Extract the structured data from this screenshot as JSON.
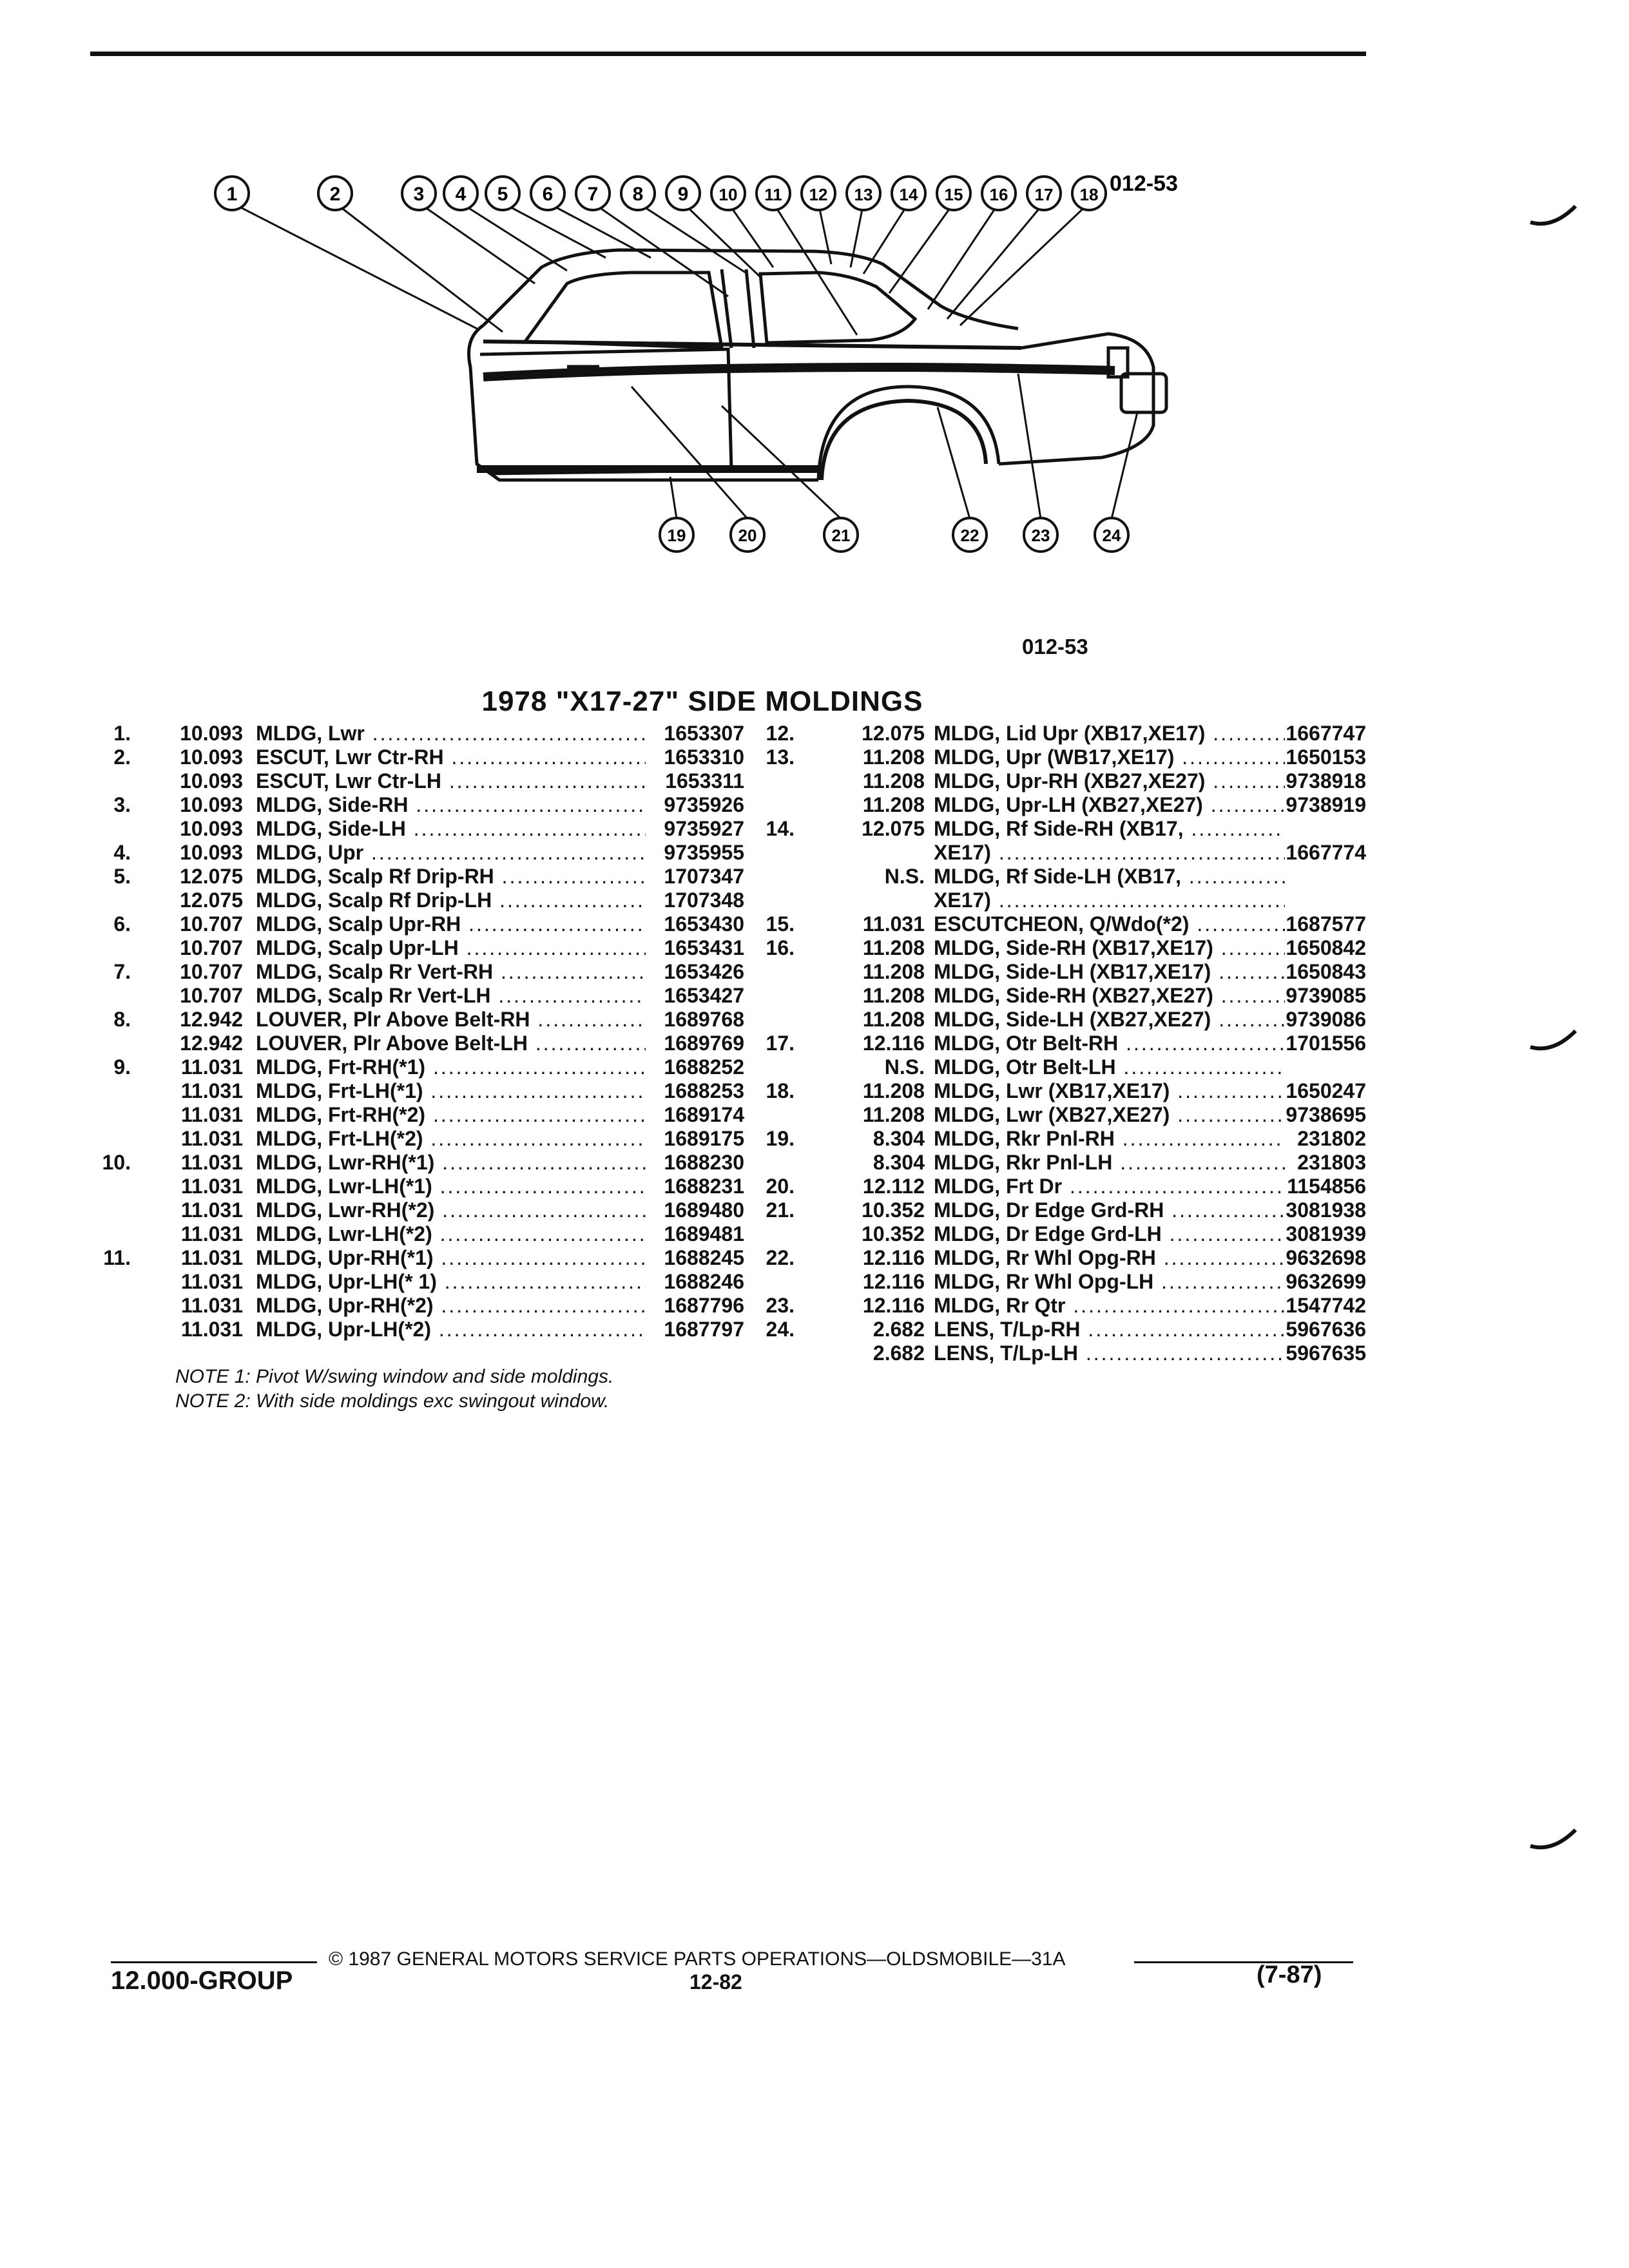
{
  "diagram": {
    "code": "012-53",
    "top_callouts": [
      "1",
      "2",
      "3",
      "4",
      "5",
      "6",
      "7",
      "8",
      "9",
      "10",
      "11",
      "12",
      "13",
      "14",
      "15",
      "16",
      "17",
      "18"
    ],
    "bottom_callouts": [
      "19",
      "20",
      "21",
      "22",
      "23",
      "24"
    ],
    "inline_code": "012-53"
  },
  "title": "1978 \"X17-27\" SIDE MOLDINGS",
  "parts_left": [
    {
      "no": "1.",
      "group": "10.093",
      "desc": "MLDG, Lwr",
      "part": "1653307"
    },
    {
      "no": "2.",
      "group": "10.093",
      "desc": "ESCUT, Lwr Ctr-RH",
      "part": "1653310"
    },
    {
      "no": "",
      "group": "10.093",
      "desc": "ESCUT, Lwr Ctr-LH",
      "part": "1653311"
    },
    {
      "no": "3.",
      "group": "10.093",
      "desc": "MLDG, Side-RH",
      "part": "9735926"
    },
    {
      "no": "",
      "group": "10.093",
      "desc": "MLDG, Side-LH",
      "part": "9735927"
    },
    {
      "no": "4.",
      "group": "10.093",
      "desc": "MLDG, Upr",
      "part": "9735955"
    },
    {
      "no": "5.",
      "group": "12.075",
      "desc": "MLDG, Scalp Rf Drip-RH",
      "part": "1707347"
    },
    {
      "no": "",
      "group": "12.075",
      "desc": "MLDG, Scalp Rf Drip-LH",
      "part": "1707348"
    },
    {
      "no": "6.",
      "group": "10.707",
      "desc": "MLDG, Scalp Upr-RH",
      "part": "1653430"
    },
    {
      "no": "",
      "group": "10.707",
      "desc": "MLDG, Scalp Upr-LH",
      "part": "1653431"
    },
    {
      "no": "7.",
      "group": "10.707",
      "desc": "MLDG, Scalp Rr Vert-RH",
      "part": "1653426"
    },
    {
      "no": "",
      "group": "10.707",
      "desc": "MLDG, Scalp Rr Vert-LH",
      "part": "1653427"
    },
    {
      "no": "8.",
      "group": "12.942",
      "desc": "LOUVER, Plr Above Belt-RH",
      "part": "1689768"
    },
    {
      "no": "",
      "group": "12.942",
      "desc": "LOUVER, Plr Above Belt-LH",
      "part": "1689769"
    },
    {
      "no": "9.",
      "group": "11.031",
      "desc": "MLDG, Frt-RH(*1)",
      "part": "1688252"
    },
    {
      "no": "",
      "group": "11.031",
      "desc": "MLDG, Frt-LH(*1)",
      "part": "1688253"
    },
    {
      "no": "",
      "group": "11.031",
      "desc": "MLDG, Frt-RH(*2)",
      "part": "1689174"
    },
    {
      "no": "",
      "group": "11.031",
      "desc": "MLDG, Frt-LH(*2)",
      "part": "1689175"
    },
    {
      "no": "10.",
      "group": "11.031",
      "desc": "MLDG, Lwr-RH(*1)",
      "part": "1688230"
    },
    {
      "no": "",
      "group": "11.031",
      "desc": "MLDG, Lwr-LH(*1)",
      "part": "1688231"
    },
    {
      "no": "",
      "group": "11.031",
      "desc": "MLDG, Lwr-RH(*2)",
      "part": "1689480"
    },
    {
      "no": "",
      "group": "11.031",
      "desc": "MLDG, Lwr-LH(*2)",
      "part": "1689481"
    },
    {
      "no": "11.",
      "group": "11.031",
      "desc": "MLDG, Upr-RH(*1)",
      "part": "1688245"
    },
    {
      "no": "",
      "group": "11.031",
      "desc": "MLDG, Upr-LH(* 1)",
      "part": "1688246"
    },
    {
      "no": "",
      "group": "11.031",
      "desc": "MLDG, Upr-RH(*2)",
      "part": "1687796"
    },
    {
      "no": "",
      "group": "11.031",
      "desc": "MLDG, Upr-LH(*2)",
      "part": "1687797"
    }
  ],
  "parts_right": [
    {
      "no": "12.",
      "group": "12.075",
      "desc": "MLDG, Lid Upr (XB17,XE17)",
      "part": "1667747"
    },
    {
      "no": "13.",
      "group": "11.208",
      "desc": "MLDG, Upr (WB17,XE17)",
      "part": "1650153"
    },
    {
      "no": "",
      "group": "11.208",
      "desc": "MLDG, Upr-RH (XB27,XE27)",
      "part": "9738918"
    },
    {
      "no": "",
      "group": "11.208",
      "desc": "MLDG, Upr-LH (XB27,XE27)",
      "part": "9738919"
    },
    {
      "no": "14.",
      "group": "12.075",
      "desc": "MLDG, Rf Side-RH (XB17,",
      "part": ""
    },
    {
      "no": "",
      "group": "",
      "desc": "XE17)",
      "part": "1667774"
    },
    {
      "no": "",
      "group": "N.S.",
      "desc": "MLDG, Rf Side-LH (XB17,",
      "part": ""
    },
    {
      "no": "",
      "group": "",
      "desc": "XE17)",
      "part": ""
    },
    {
      "no": "15.",
      "group": "11.031",
      "desc": "ESCUTCHEON, Q/Wdo(*2)",
      "part": "1687577"
    },
    {
      "no": "16.",
      "group": "11.208",
      "desc": "MLDG, Side-RH (XB17,XE17)",
      "part": "1650842"
    },
    {
      "no": "",
      "group": "11.208",
      "desc": "MLDG, Side-LH (XB17,XE17)",
      "part": "1650843"
    },
    {
      "no": "",
      "group": "11.208",
      "desc": "MLDG, Side-RH (XB27,XE27)",
      "part": "9739085"
    },
    {
      "no": "",
      "group": "11.208",
      "desc": "MLDG, Side-LH (XB27,XE27)",
      "part": "9739086"
    },
    {
      "no": "17.",
      "group": "12.116",
      "desc": "MLDG, Otr Belt-RH",
      "part": "1701556"
    },
    {
      "no": "",
      "group": "N.S.",
      "desc": "MLDG, Otr Belt-LH",
      "part": ""
    },
    {
      "no": "18.",
      "group": "11.208",
      "desc": "MLDG, Lwr (XB17,XE17)",
      "part": "1650247"
    },
    {
      "no": "",
      "group": "11.208",
      "desc": "MLDG, Lwr (XB27,XE27)",
      "part": "9738695"
    },
    {
      "no": "19.",
      "group": "8.304",
      "desc": "MLDG, Rkr Pnl-RH",
      "part": "231802"
    },
    {
      "no": "",
      "group": "8.304",
      "desc": "MLDG, Rkr Pnl-LH",
      "part": "231803"
    },
    {
      "no": "20.",
      "group": "12.112",
      "desc": "MLDG, Frt Dr",
      "part": "1154856"
    },
    {
      "no": "21.",
      "group": "10.352",
      "desc": "MLDG, Dr Edge Grd-RH",
      "part": "3081938"
    },
    {
      "no": "",
      "group": "10.352",
      "desc": "MLDG, Dr Edge Grd-LH",
      "part": "3081939"
    },
    {
      "no": "22.",
      "group": "12.116",
      "desc": "MLDG, Rr Whl Opg-RH",
      "part": "9632698"
    },
    {
      "no": "",
      "group": "12.116",
      "desc": "MLDG, Rr Whl Opg-LH",
      "part": "9632699"
    },
    {
      "no": "23.",
      "group": "12.116",
      "desc": "MLDG, Rr Qtr",
      "part": "1547742"
    },
    {
      "no": "24.",
      "group": "2.682",
      "desc": "LENS, T/Lp-RH",
      "part": "5967636"
    },
    {
      "no": "",
      "group": "2.682",
      "desc": "LENS, T/Lp-LH",
      "part": "5967635"
    }
  ],
  "notes": [
    "NOTE 1: Pivot W/swing window and side moldings.",
    "NOTE 2: With side moldings exc swingout window."
  ],
  "footer": {
    "copyright": "© 1987 GENERAL MOTORS SERVICE PARTS OPERATIONS—OLDSMOBILE—31A",
    "group": "12.000-GROUP",
    "page": "12-82",
    "date": "(7-87)"
  },
  "colors": {
    "ink": "#111111",
    "paper": "#ffffff"
  }
}
